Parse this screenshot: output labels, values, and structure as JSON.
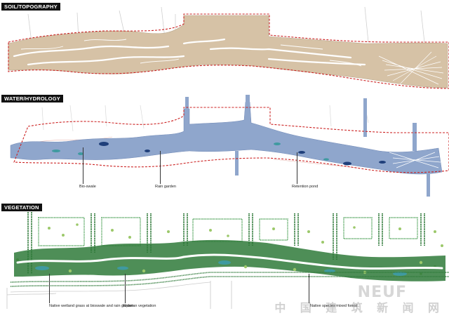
{
  "panels": {
    "soil": {
      "title": "SOIL/TOPOGRAPHY"
    },
    "water": {
      "title": "WATER/HYDROLOGY",
      "labels": [
        "Bio-swale",
        "Rain garden",
        "Retention pond"
      ]
    },
    "vegetation": {
      "title": "VEGETATION",
      "labels": [
        "Native wetland grass at bioswale and rain garden",
        "Riparian vegetation",
        "Native species mixed forest"
      ]
    }
  },
  "watermark": {
    "brand": "NEUF",
    "chinese": "中 国 建 筑 新 闻 网"
  },
  "colors": {
    "soil_fill": "#d6c2a6",
    "water_fill": "#8fa6cc",
    "water_dark": "#1f3f7a",
    "boundary": "#cc2222",
    "veg_dark": "#2f7a3a",
    "veg_light": "#9cc86a",
    "veg_teal": "#3f9aa0"
  }
}
